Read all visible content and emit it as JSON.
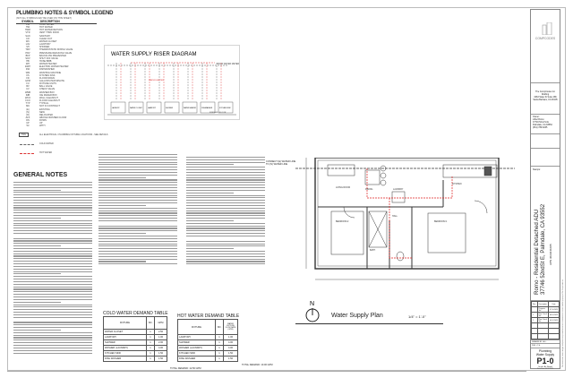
{
  "legend": {
    "title": "PLUMBING NOTES & SYMBOL LEGEND",
    "subtitle": "(NOT ALL SYMBOLS MAY BE USED ON THIS SHEET)",
    "col_symbol": "SYMBOL",
    "col_description": "DESCRIPTION",
    "items": [
      [
        "CW",
        "COLD WATER"
      ],
      [
        "HW",
        "HOT WATER"
      ],
      [
        "HWR",
        "HOT WATER RETURN"
      ],
      [
        "VTR",
        "VENT THRU ROOF"
      ],
      [
        "SAN",
        "SANITARY"
      ],
      [
        "CO",
        "CLEAN OUT"
      ],
      [
        "WC",
        "WATER CLOSET"
      ],
      [
        "LAV",
        "LAVATORY"
      ],
      [
        "SH",
        "SHOWER"
      ],
      [
        "TMV",
        "THERMOSTATIC MIXING VALVE"
      ],
      [
        "PRV",
        "PRESSURE REDUCING VALVE"
      ],
      [
        "BFP",
        "BACKFLOW PREVENTER"
      ],
      [
        "SOV",
        "SHUT OFF VALVE"
      ],
      [
        "HB",
        "HOSE BIBB"
      ],
      [
        "WH",
        "WATER HEATER"
      ],
      [
        "EWH",
        "ELECTRIC WATER HEATER"
      ],
      [
        "DW",
        "DISHWASHER"
      ],
      [
        "WM",
        "WASHING MACHINE"
      ],
      [
        "KS",
        "KITCHEN SINK"
      ],
      [
        "FD",
        "FLOOR DRAIN"
      ],
      [
        "GPM",
        "GALLONS PER MINUTE"
      ],
      [
        "FU",
        "FIXTURE UNITS"
      ],
      [
        "BV",
        "BALL VALVE"
      ],
      [
        "CV",
        "CHECK VALVE"
      ],
      [
        "WMB",
        "WASHER BOX"
      ],
      [
        "IMB",
        "ICE MAKER BOX"
      ],
      [
        "WCO",
        "WALL CLEANOUT"
      ],
      [
        "FCO",
        "FLOOR CLEANOUT"
      ],
      [
        "TYP",
        "TYPICAL"
      ],
      [
        "NIC",
        "NOT IN CONTRACT"
      ],
      [
        "(E)",
        "EXISTING"
      ],
      [
        "(N)",
        "NEW"
      ],
      [
        "(R)",
        "RELOCATED"
      ],
      [
        "AFF",
        "ABOVE FINISHED FLOOR"
      ],
      [
        "DN",
        "DOWN"
      ],
      [
        "UP",
        "UP"
      ],
      [
        "W/",
        "WITH"
      ]
    ],
    "note_tag": "TAG",
    "note_text": "ALL ELECTRICAL / PLUMBING FIXTURE LOCATIONS - SEE DETAILS",
    "line1": "COLD WATER",
    "line2": "HOT WATER"
  },
  "general_notes": {
    "title": "GENERAL NOTES"
  },
  "riser": {
    "title": "WATER SUPPLY RISER DIAGRAM",
    "supply_label": "FROM WATER METER",
    "fixtures": [
      "LAUNDRY",
      "WATER CLOSET",
      "LAVATORY",
      "SHOWER",
      "WATER HEATER",
      "DISHWASHER",
      "KITCHEN SINK"
    ],
    "heater_tag": "WATER HEATER",
    "floor_label": "FINISHED FLOOR"
  },
  "plan": {
    "title": "Water Supply Plan",
    "scale": "1/4\" = 1'-0\"",
    "north": "N",
    "connect_note": "CONNECT (E) WATER LINE TO (N) WATER LINE",
    "rooms": [
      "LIVING ROOM",
      "DINING",
      "KITCHEN",
      "BEDROOM 2",
      "BEDROOM 1",
      "BATH",
      "HALL",
      "LAUNDRY"
    ]
  },
  "cold_table": {
    "title": "COLD WATER DEMAND TABLE",
    "headers": [
      "FIXTURE",
      "NO.",
      "GPM"
    ],
    "rows": [
      [
        "WATER CLOSET",
        "1",
        "2.50"
      ],
      [
        "LAVATORY",
        "1",
        "1.00"
      ],
      [
        "SHOWER",
        "1",
        "2.00"
      ],
      [
        "WASHER (LAUNDRY)",
        "1",
        "4.00"
      ],
      [
        "KITCHEN SINK",
        "1",
        "1.50"
      ],
      [
        "DISH WASHER",
        "1",
        "1.50"
      ]
    ],
    "total": "TOTAL DEMAND: 12.50 GPM"
  },
  "hot_table": {
    "title": "HOT WATER DEMAND TABLE",
    "headers": [
      "FIXTURE",
      "NO.",
      "WATER FIXTURE FLOW RATE (GPM)"
    ],
    "rows": [
      [
        "LAVATORY",
        "1",
        "1.00"
      ],
      [
        "SHOWER",
        "1",
        "4.00"
      ],
      [
        "WASHER (LAUNDRY)",
        "1",
        "4.00"
      ],
      [
        "KITCHEN SINK",
        "1",
        "1.50"
      ],
      [
        "DISH WASHER",
        "1",
        "1.50"
      ]
    ],
    "total": "TOTAL DEMAND: 10.00 GPM"
  },
  "title_block": {
    "logo": "COMPCODES",
    "company": "The CompCodes Inc Drafting",
    "company_addr1": "3463 State St Suite 286",
    "company_addr2": "Santa Barbara, CA 93105",
    "owner_label": "Owner:",
    "owner_name": "Lilbel Romo",
    "owner_addr1": "37746 52nd St E",
    "owner_addr2": "Palmdale, CA 93552",
    "owner_phone": "(661) 789-6205",
    "stamp_label": "Stamps:",
    "project": "Romo - Residential Detached ADU",
    "address": "37746 52ndSt E, Palmdale, CA 93552",
    "apn": "APN 3023041005",
    "rev_headers": [
      "Rev.",
      "Description",
      "Date"
    ],
    "revs": [
      [
        "",
        "Progress Set",
        "07.10.2023"
      ],
      [
        "1",
        "Plan Check Set",
        "08.10.2023"
      ],
      [
        "2",
        "Plan Check Set",
        "09.12.2023"
      ]
    ],
    "drawn_by_label": "DRAWN BY:",
    "drawn_by": "A.L.",
    "pm_label": "P.M.:",
    "pm": "C.S.",
    "sheet_name1": "Plumbing",
    "sheet_name2": "Water Supply",
    "sheet_number": "P1-0",
    "scale": "Scale: As Noted",
    "date": "Print Date: 09.12.2023",
    "disclaimer": "The documents, ideas, designs and plans incorporated herein are an instrument of service and the property of The CompCodes Inc"
  }
}
